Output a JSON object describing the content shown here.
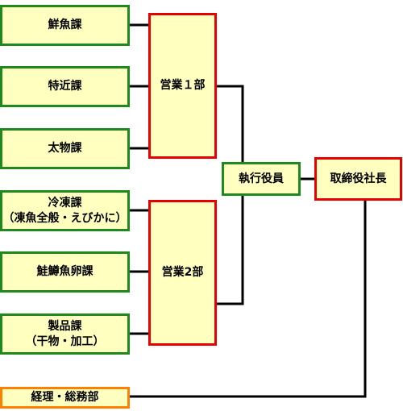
{
  "chart": {
    "sections": [
      {
        "key": "sengyo",
        "label": "鮮魚課"
      },
      {
        "key": "tokkin",
        "label": "特近課"
      },
      {
        "key": "taimono",
        "label": "太物課"
      },
      {
        "key": "reito",
        "label": "冷凍課",
        "sub": "（凍魚全般・えびかに）"
      },
      {
        "key": "keiran",
        "label": "鮭鱒魚卵課"
      },
      {
        "key": "seihin",
        "label": "製品課",
        "sub": "（干物・加工）"
      }
    ],
    "departments": [
      {
        "key": "eigyo1",
        "label": "営業１部"
      },
      {
        "key": "eigyo2",
        "label": "営業2部"
      }
    ],
    "executive": "執行役員",
    "president": "取締役社長",
    "admin": "経理・総務部"
  },
  "colors": {
    "box_fill": "#ffffc0",
    "green_border": "#1e8a1e",
    "red_border": "#e60000",
    "orange_border": "#ff8000",
    "connector": "#000000"
  }
}
